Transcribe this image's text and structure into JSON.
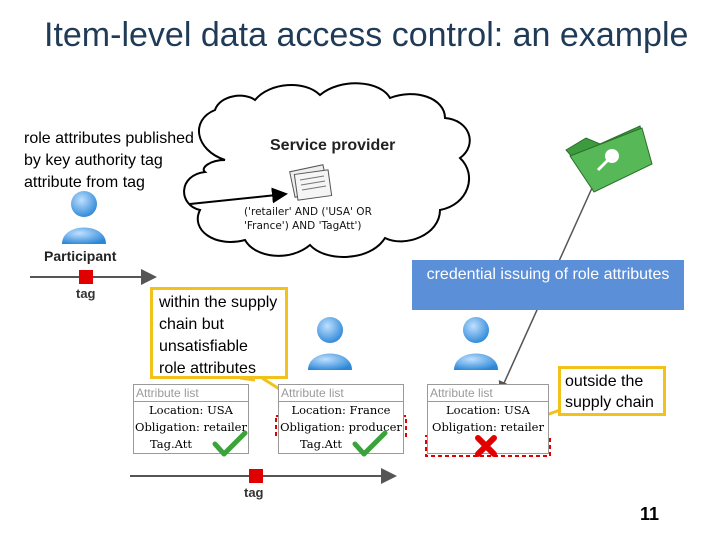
{
  "title": "Item-level data access control: an example",
  "note_left": "role attributes published by key authority tag attribute from tag",
  "service_provider": {
    "label": "Service provider",
    "policy_line1": "('retailer' AND ('USA' OR",
    "policy_line2": "'France') AND 'TagAtt')"
  },
  "participant_label": "Participant",
  "tag_label_top": "tag",
  "tag_label_bottom": "tag",
  "callouts": {
    "supply_chain": "within the supply chain but unsatisfiable role attributes",
    "credential": "credential issuing of role attributes",
    "outside": "outside the supply chain"
  },
  "attribute_lists": [
    {
      "header": "Attribute list",
      "location": "Location: USA",
      "obligation": "Obligation: retailer",
      "tag": "Tag.Att",
      "status": "check"
    },
    {
      "header": "Attribute list",
      "location": "Location: France",
      "obligation": "Obligation: producer",
      "tag": "Tag.Att",
      "status": "check"
    },
    {
      "header": "Attribute list",
      "location": "Location: USA",
      "obligation": "Obligation: retailer",
      "tag": "",
      "status": "cross"
    }
  ],
  "page_number": "11",
  "colors": {
    "title": "#1f3b57",
    "callout_border": "#f2c11a",
    "credential_fill": "#5b8fd8",
    "tag_red": "#e00000",
    "check_green": "#3aa33a",
    "folder_green": "#3d9a3d"
  }
}
